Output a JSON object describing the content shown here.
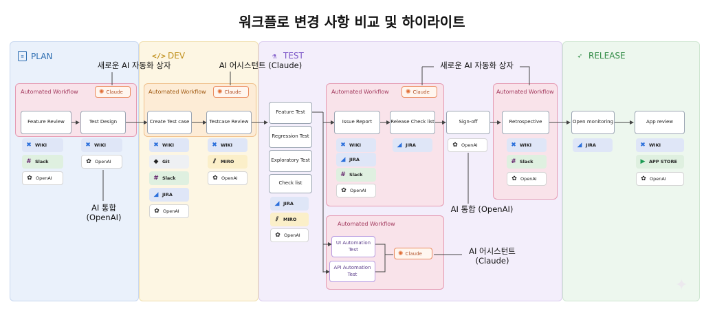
{
  "title": "워크플로 변경 사항 비교 및 하이라이트",
  "phases": {
    "plan": "PLAN",
    "dev": "DEV",
    "test": "TEST",
    "release": "RELEASE"
  },
  "groups": {
    "plan_auto": "Automated Workflow",
    "dev_auto": "Automated Workflow",
    "test_auto1": "Automated Workflow",
    "test_auto2": "Automated Workflow",
    "rel_auto": "Automated Workflow"
  },
  "claude_label": "Claude",
  "nodes": {
    "feature_review": "Feature Review",
    "test_design": "Test Design",
    "create_test_case": "Create Test case",
    "testcase_review": "Testcase Review",
    "feature_test": "Feature Test",
    "regression_test": "Regression Test",
    "exploratory_test": "Exploratory Test",
    "check_list": "Check list",
    "issue_report": "Issue Report",
    "release_check": "Release Check list",
    "sign_off": "Sign-off",
    "ui_automation": "UI Automation Test",
    "api_automation": "API Automation Test",
    "retrospective": "Retrospective",
    "open_monitoring": "Open monitoring",
    "app_review": "App review"
  },
  "tools": {
    "wiki": "WIKI",
    "slack": "Slack",
    "openai": "OpenAI",
    "git": "Git",
    "jira": "JIRA",
    "miro": "MIRO",
    "app_store": "APP STORE"
  },
  "annotations": {
    "new_box_1": "새로운 AI 자동화 상자",
    "new_box_2": "새로운 AI 자동화 상자",
    "ai_assistant_1": "AI 어시스턴트 (Claude)",
    "ai_assistant_2": "AI 어시스턴트\n(Claude)",
    "ai_integration_1": "AI 통합\n(OpenAI)",
    "ai_integration_2": "AI 통합 (OpenAI)"
  },
  "colors": {
    "plan": "#2b6cb0",
    "dev": "#c0901c",
    "test": "#7b55c7",
    "release": "#2f8a44",
    "claude": "#e06c33"
  }
}
